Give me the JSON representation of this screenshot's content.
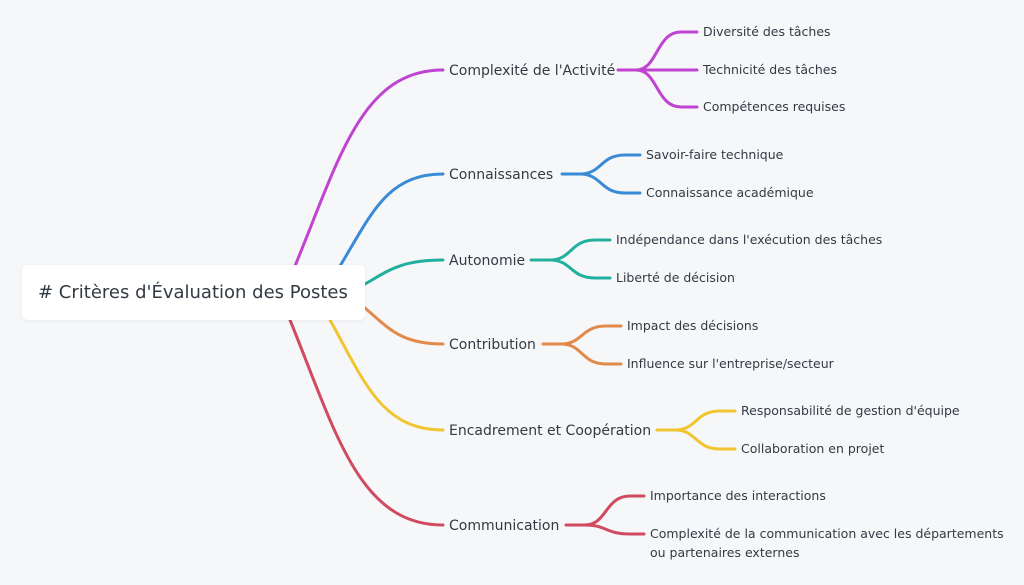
{
  "root": {
    "title": "# Critères d'Évaluation des Postes"
  },
  "branches": [
    {
      "label": "Complexité de l'Activité",
      "color": "#c044d2",
      "children": [
        {
          "lines": [
            "Diversité des tâches"
          ]
        },
        {
          "lines": [
            "Technicité des tâches"
          ]
        },
        {
          "lines": [
            "Compétences requises"
          ]
        }
      ]
    },
    {
      "label": "Connaissances",
      "color": "#3a8bd6",
      "children": [
        {
          "lines": [
            "Savoir-faire technique"
          ]
        },
        {
          "lines": [
            "Connaissance académique"
          ]
        }
      ]
    },
    {
      "label": "Autonomie",
      "color": "#22b09e",
      "children": [
        {
          "lines": [
            "Indépendance dans l'exécution des tâches"
          ]
        },
        {
          "lines": [
            "Liberté de décision"
          ]
        }
      ]
    },
    {
      "label": "Contribution",
      "color": "#e38a4a",
      "children": [
        {
          "lines": [
            "Impact des décisions"
          ]
        },
        {
          "lines": [
            "Influence sur l'entreprise/secteur"
          ]
        }
      ]
    },
    {
      "label": "Encadrement et Coopération",
      "color": "#f0c630",
      "children": [
        {
          "lines": [
            "Responsabilité de gestion d'équipe"
          ]
        },
        {
          "lines": [
            "Collaboration en projet"
          ]
        }
      ]
    },
    {
      "label": "Communication",
      "color": "#d04a60",
      "children": [
        {
          "lines": [
            "Importance des interactions"
          ]
        },
        {
          "lines": [
            "Complexité de la communication avec les départements",
            "ou partenaires externes"
          ]
        }
      ]
    }
  ]
}
